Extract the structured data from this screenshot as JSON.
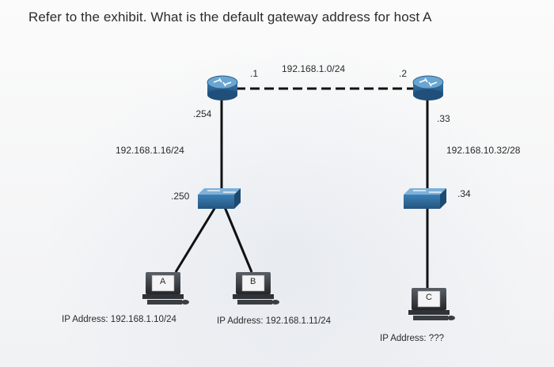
{
  "question": "Refer to the exhibit. What is the default gateway address for host A",
  "labels": {
    "r1_wan": ".1",
    "wan_network": "192.168.1.0/24",
    "r2_wan": ".2",
    "r1_lan": ".254",
    "r2_lan": ".33",
    "lan_left_network": "192.168.1.16/24",
    "lan_right_network": "192.168.10.32/28",
    "switch_left": ".250",
    "switch_right": ".34",
    "host_a_name": "A",
    "host_b_name": "B",
    "host_c_name": "C",
    "host_a_ip": "IP Address: 192.168.1.10/24",
    "host_b_ip": "IP Address: 192.168.1.11/24",
    "host_c_ip": "IP Address: ???"
  },
  "colors": {
    "device_blue": "#2f6fa3",
    "device_top": "#5d9ccb",
    "link": "#111111"
  }
}
